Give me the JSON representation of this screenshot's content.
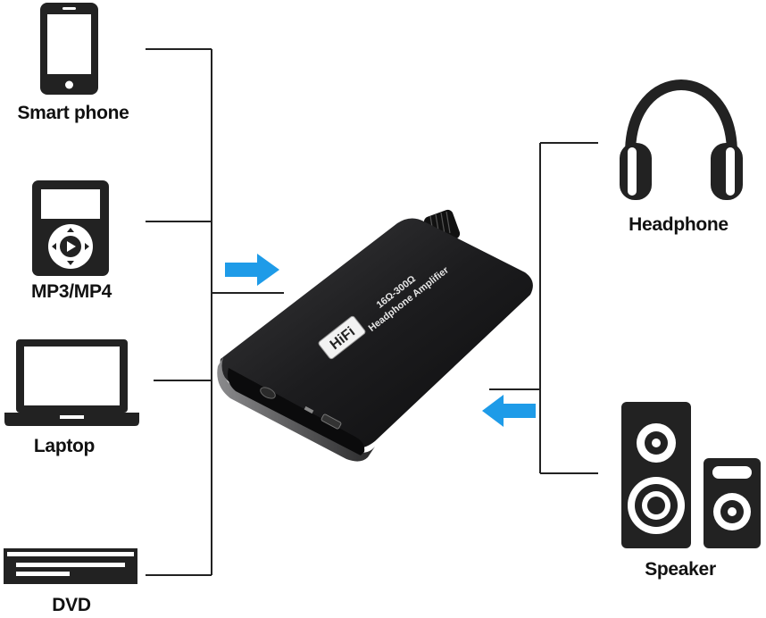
{
  "sources": {
    "smartphone": "Smart phone",
    "mp3": "MP3/MP4",
    "laptop": "Laptop",
    "dvd": "DVD"
  },
  "outputs": {
    "headphone": "Headphone",
    "speaker": "Speaker"
  },
  "device": {
    "badge": "HiFi",
    "impedance": "16Ω-300Ω",
    "name": "Headphone Amplifier"
  },
  "colors": {
    "arrow": "#1e9be8",
    "device_body": "#1c1c1e",
    "icon": "#222222",
    "line": "#222222"
  },
  "icons": [
    "smartphone-icon",
    "mp3-player-icon",
    "laptop-icon",
    "dvd-player-icon",
    "headphone-icon",
    "speaker-icon"
  ]
}
